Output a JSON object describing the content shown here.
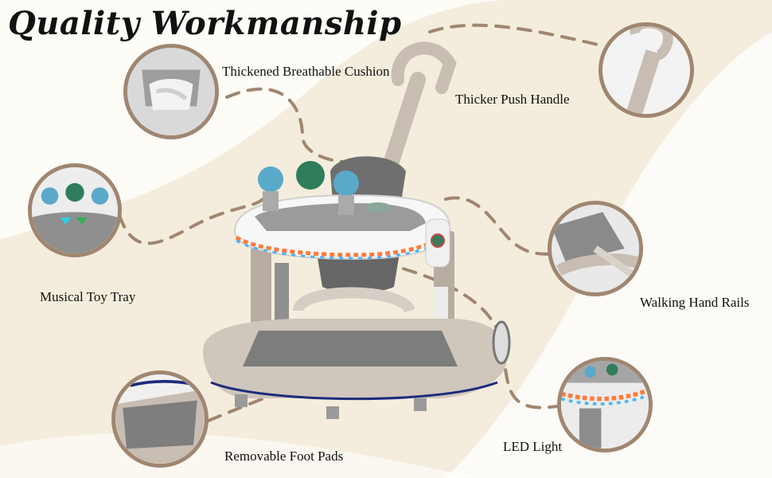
{
  "title": "Quality Workmanship",
  "features": {
    "cushion": "Thickened Breathable Cushion",
    "push_handle": "Thicker Push Handle",
    "toy_tray": "Musical Toy Tray",
    "hand_rails": "Walking Hand Rails",
    "foot_pads": "Removable Foot Pads",
    "led_light": "LED Light"
  },
  "colors": {
    "accent": "#a08670",
    "walker_body": "#c8bdb2",
    "seat_grey": "#7b7b7b",
    "background_band": "#f3ecdc"
  }
}
